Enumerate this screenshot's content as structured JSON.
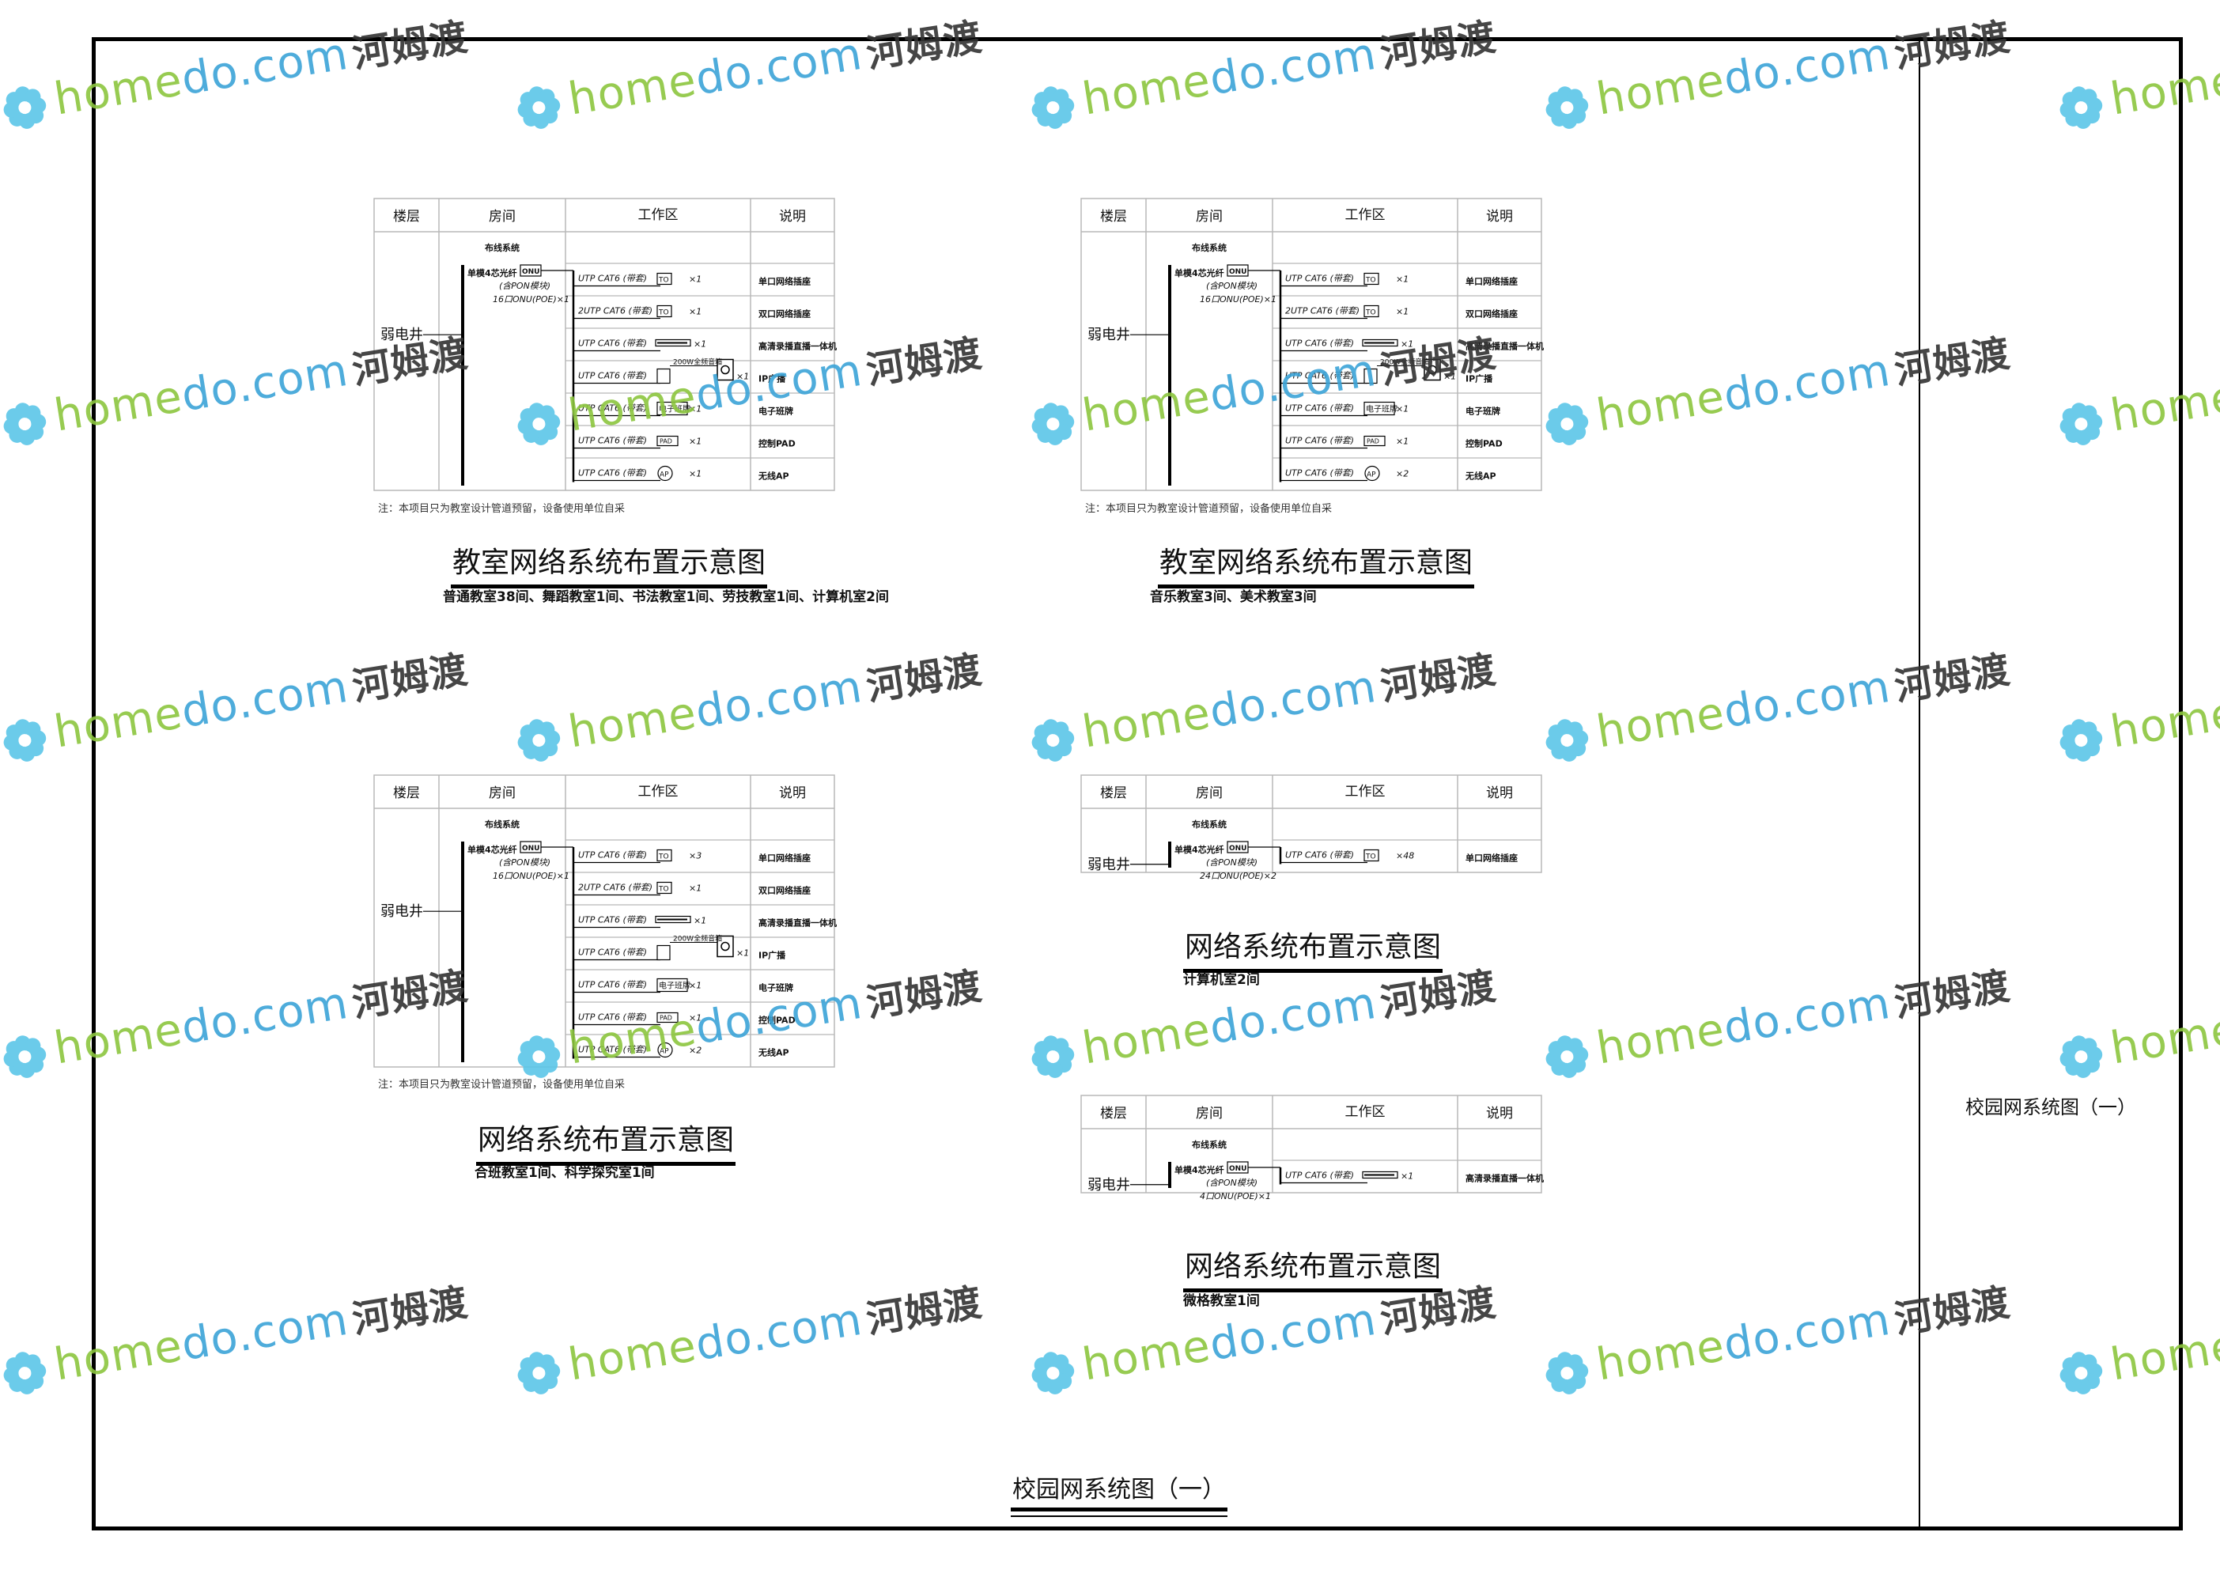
{
  "table_header": {
    "floor": "楼层",
    "room": "房间",
    "workzone": "工作区",
    "desc": "说明"
  },
  "panels": [
    {
      "id": "p1",
      "shaft": "弱电井",
      "system": "布线系统",
      "switch": [
        "单模4芯光纤",
        "(含PON模块)",
        "16口ONU(POE)×1"
      ],
      "rows": [
        {
          "cable": "UTP CAT6 (带套)",
          "device": "TO",
          "count": "×1",
          "desc": "单口网络插座"
        },
        {
          "cable": "2UTP CAT6 (带套)",
          "device": "TO",
          "count": "×1",
          "desc": "双口网络插座"
        },
        {
          "cable": "UTP CAT6 (带套)",
          "device": "bar",
          "count": "×1",
          "desc": "高清录播直播一体机"
        },
        {
          "cable": "UTP CAT6 (带套)",
          "device": "speaker",
          "count": "×1",
          "desc": "IP广播",
          "extra": "200W全频音箱"
        },
        {
          "cable": "UTP CAT6 (带套)",
          "device": "电子班牌",
          "count": "×1",
          "desc": "电子班牌"
        },
        {
          "cable": "UTP CAT6 (带套)",
          "device": "PAD",
          "count": "×1",
          "desc": "控制PAD"
        },
        {
          "cable": "UTP CAT6 (带套)",
          "device": "AP",
          "count": "×1",
          "desc": "无线AP"
        }
      ],
      "note": "注：本项目只为教室设计管道预留，设备使用单位自采",
      "title": "教室网络系统布置示意图",
      "subtitle": "普通教室38间、舞蹈教室1间、书法教室1间、劳技教室1间、计算机室2间"
    },
    {
      "id": "p2",
      "shaft": "弱电井",
      "system": "布线系统",
      "switch": [
        "单模4芯光纤",
        "(含PON模块)",
        "16口ONU(POE)×1"
      ],
      "rows": [
        {
          "cable": "UTP CAT6 (带套)",
          "device": "TO",
          "count": "×1",
          "desc": "单口网络插座"
        },
        {
          "cable": "2UTP CAT6 (带套)",
          "device": "TO",
          "count": "×1",
          "desc": "双口网络插座"
        },
        {
          "cable": "UTP CAT6 (带套)",
          "device": "bar",
          "count": "×1",
          "desc": "高清录播直播一体机"
        },
        {
          "cable": "UTP CAT6 (带套)",
          "device": "speaker",
          "count": "×1",
          "desc": "IP广播",
          "extra": "200W全频音箱"
        },
        {
          "cable": "UTP CAT6 (带套)",
          "device": "电子班牌",
          "count": "×1",
          "desc": "电子班牌"
        },
        {
          "cable": "UTP CAT6 (带套)",
          "device": "PAD",
          "count": "×1",
          "desc": "控制PAD"
        },
        {
          "cable": "UTP CAT6 (带套)",
          "device": "AP",
          "count": "×2",
          "desc": "无线AP"
        }
      ],
      "note": "注：本项目只为教室设计管道预留，设备使用单位自采",
      "title": "教室网络系统布置示意图",
      "subtitle": "音乐教室3间、美术教室3间"
    },
    {
      "id": "p3",
      "shaft": "弱电井",
      "system": "布线系统",
      "switch": [
        "单模4芯光纤",
        "(含PON模块)",
        "16口ONU(POE)×1"
      ],
      "rows": [
        {
          "cable": "UTP CAT6 (带套)",
          "device": "TO",
          "count": "×3",
          "desc": "单口网络插座"
        },
        {
          "cable": "2UTP CAT6 (带套)",
          "device": "TO",
          "count": "×1",
          "desc": "双口网络插座"
        },
        {
          "cable": "UTP CAT6 (带套)",
          "device": "bar",
          "count": "×1",
          "desc": "高清录播直播一体机"
        },
        {
          "cable": "UTP CAT6 (带套)",
          "device": "speaker",
          "count": "×1",
          "desc": "IP广播",
          "extra": "200W全频音箱"
        },
        {
          "cable": "UTP CAT6 (带套)",
          "device": "电子班牌",
          "count": "×1",
          "desc": "电子班牌"
        },
        {
          "cable": "UTP CAT6 (带套)",
          "device": "PAD",
          "count": "×1",
          "desc": "控制PAD"
        },
        {
          "cable": "UTP CAT6 (带套)",
          "device": "AP",
          "count": "×2",
          "desc": "无线AP"
        }
      ],
      "note": "注：本项目只为教室设计管道预留，设备使用单位自采",
      "title": "网络系统布置示意图",
      "subtitle": "合班教室1间、科学探究室1间"
    },
    {
      "id": "p4",
      "shaft": "弱电井",
      "system": "布线系统",
      "switch": [
        "单模4芯光纤",
        "(含PON模块)",
        "24口ONU(POE)×2"
      ],
      "rows": [
        {
          "cable": "UTP CAT6 (带套)",
          "device": "TO",
          "count": "×48",
          "desc": "单口网络插座"
        }
      ],
      "note": "",
      "title": "网络系统布置示意图",
      "subtitle": "计算机室2间"
    },
    {
      "id": "p5",
      "shaft": "弱电井",
      "system": "布线系统",
      "switch": [
        "单模4芯光纤",
        "(含PON模块)",
        "4口ONU(POE)×1"
      ],
      "rows": [
        {
          "cable": "UTP CAT6 (带套)",
          "device": "bar",
          "count": "×1",
          "desc": "高清录播直播一体机"
        }
      ],
      "note": "",
      "title": "网络系统布置示意图",
      "subtitle": "微格教室1间"
    }
  ],
  "sheet_title": "校园网系统图（一）",
  "sidebar_title": "校园网系统图（一）",
  "watermark": {
    "part1": "home",
    "part2": "do.com",
    "part3": "河姆渡"
  },
  "colors": {
    "line": "#000000",
    "wm_green": "#8cc63f",
    "wm_blue": "#3ba4d8",
    "wm_flower": "#5bc6e8"
  }
}
